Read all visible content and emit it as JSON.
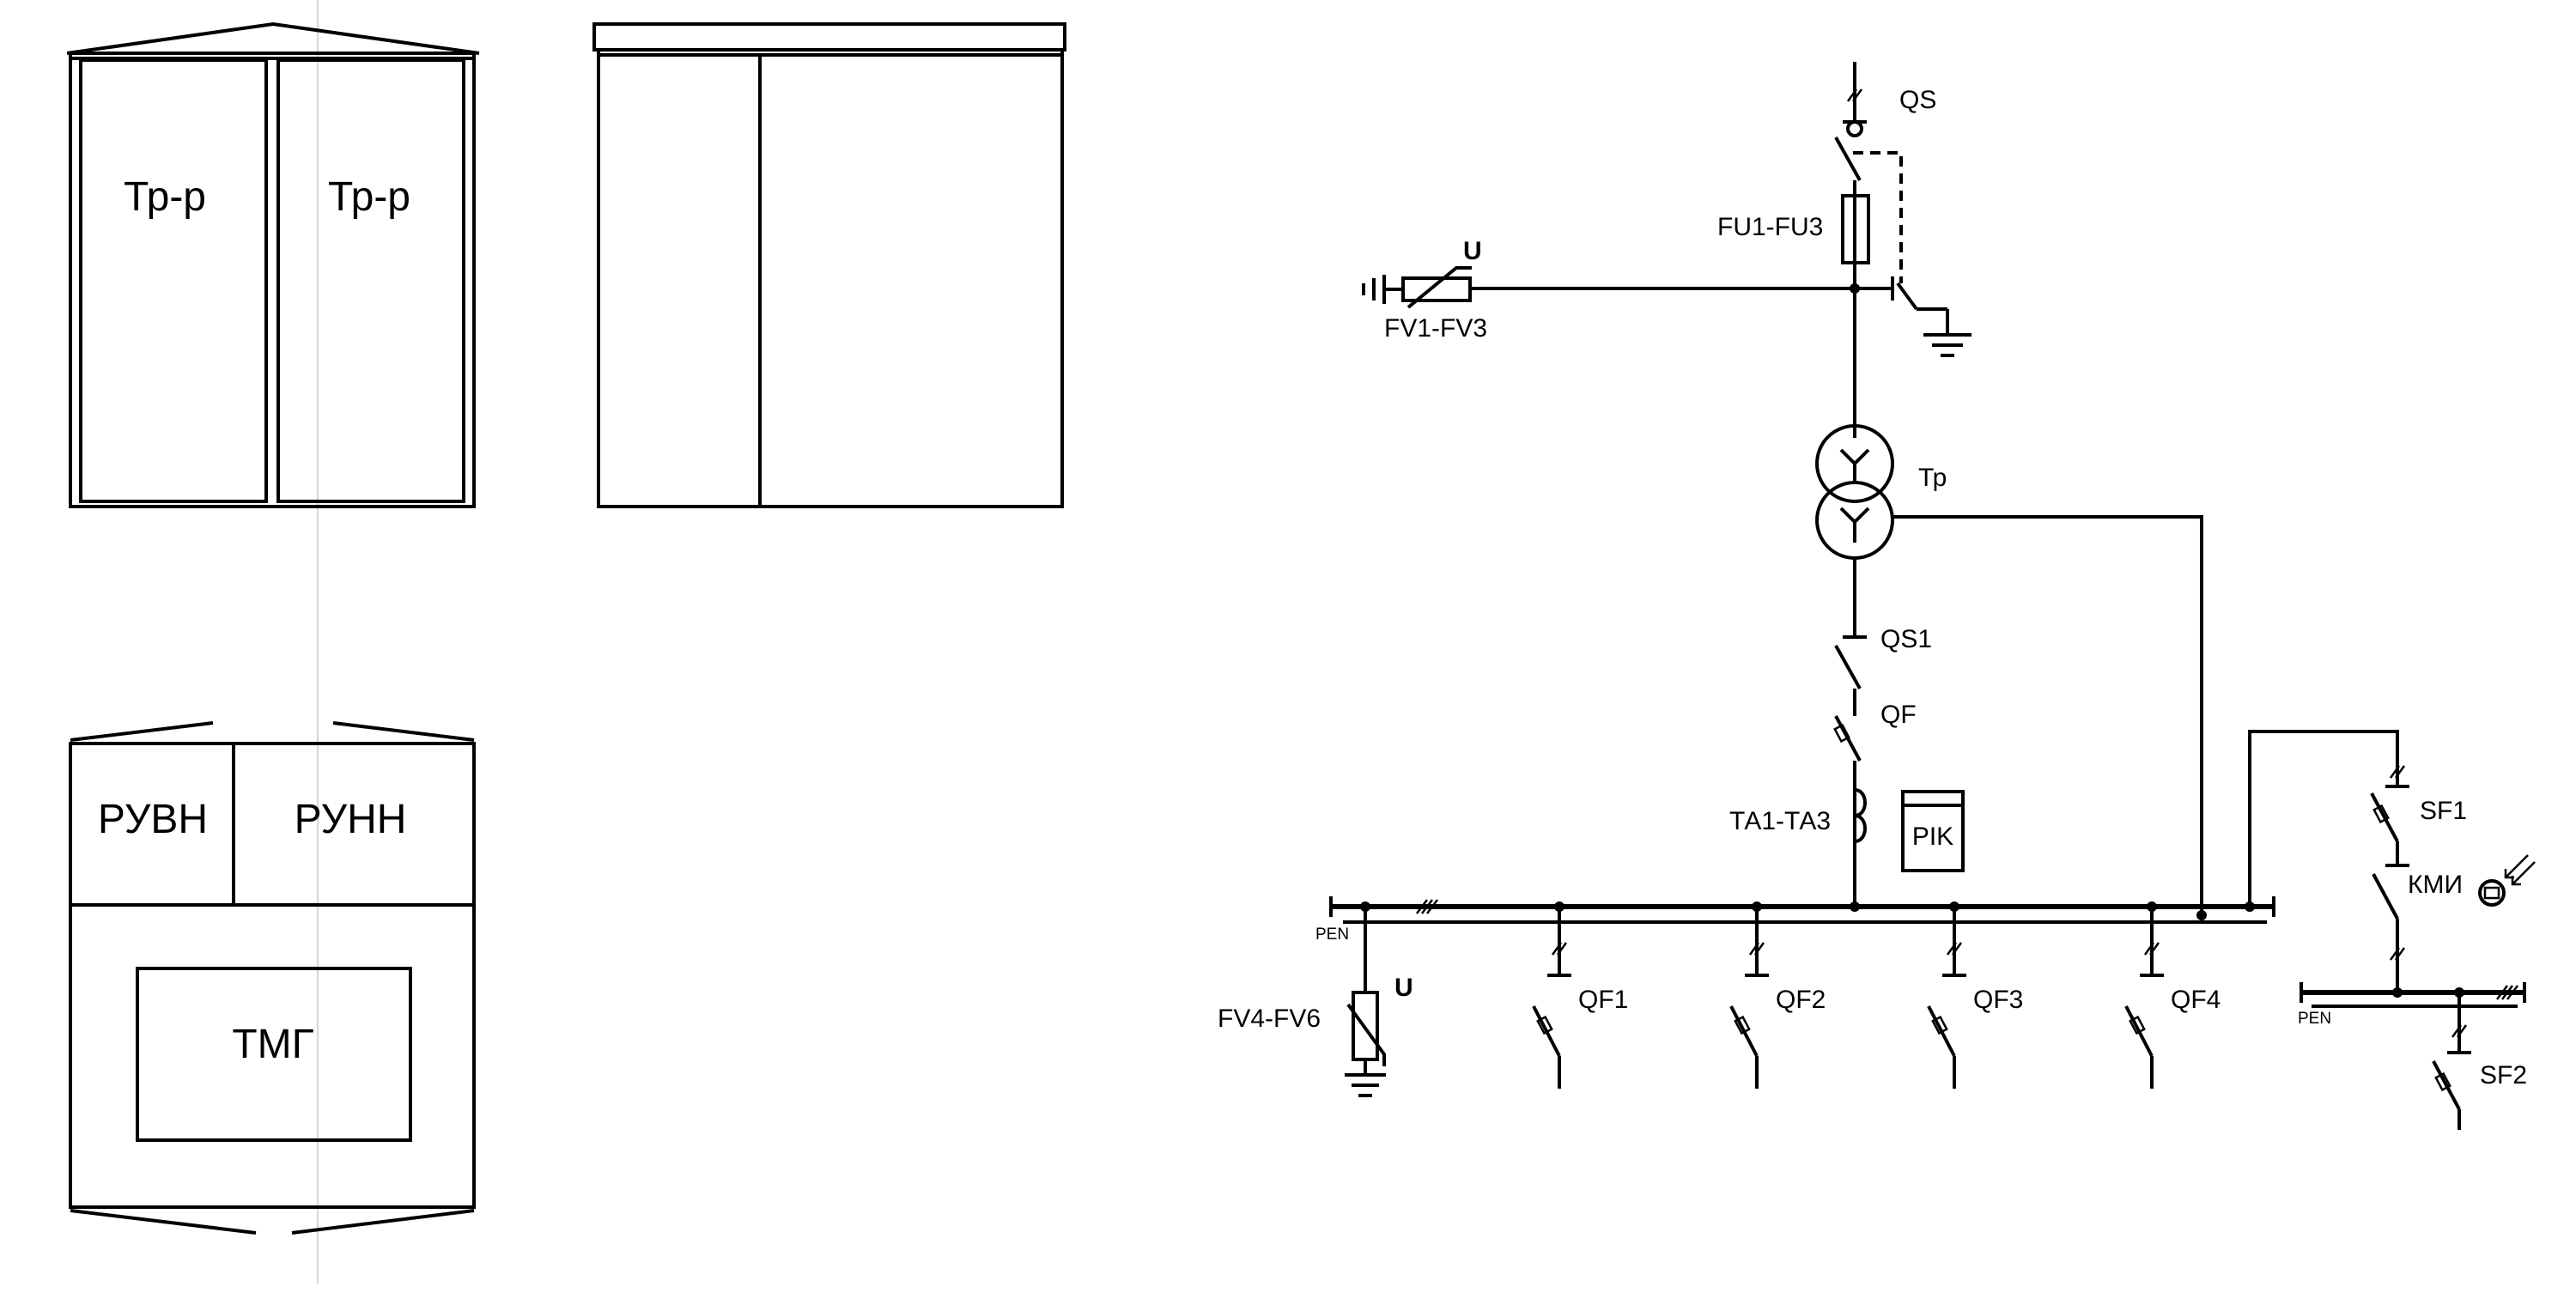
{
  "housing": {
    "door_left_label": "Тр-р",
    "door_right_label": "Тр-р",
    "compartment_hv_label": "РУВН",
    "compartment_lv_label": "РУНН",
    "transformer_label": "ТМГ"
  },
  "schematic": {
    "qs": "QS",
    "fu": "FU1-FU3",
    "fv_hv": "FV1-FV3",
    "fv_hv_u": "U",
    "tr": "Тр",
    "qs1": "QS1",
    "qf": "QF",
    "ta": "ТА1-ТА3",
    "meter": "PIK",
    "pen_main": "PEN",
    "fv_lv": "FV4-FV6",
    "fv_lv_u": "U",
    "feeders": [
      "QF1",
      "QF2",
      "QF3",
      "QF4"
    ],
    "sf1": "SF1",
    "kmi": "КМИ",
    "pen_aux": "PEN",
    "sf2": "SF2"
  }
}
